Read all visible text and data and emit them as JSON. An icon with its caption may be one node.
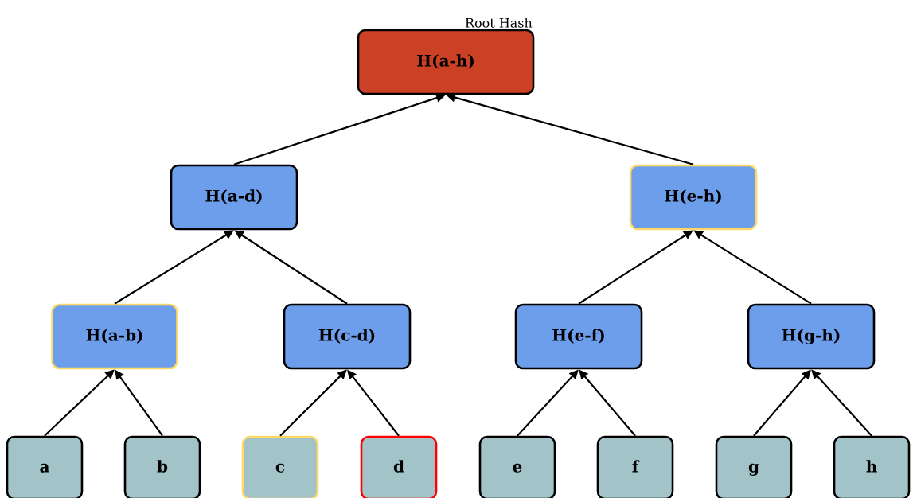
{
  "diagram": {
    "nodes": [
      {
        "text": [
          "Root Hash",
          "H(a-h)"
        ]
      },
      {
        "text": [
          "H(a-d)"
        ]
      },
      {
        "text": [
          "H(e-h)"
        ]
      },
      {
        "text": [
          "H(a-b)"
        ]
      },
      {
        "text": [
          "H(c-d)"
        ]
      },
      {
        "text": [
          "H(e-f)"
        ]
      },
      {
        "text": [
          "H(g-h)"
        ]
      },
      {
        "text": [
          "a"
        ]
      },
      {
        "text": [
          "b"
        ]
      },
      {
        "text": [
          "c"
        ]
      },
      {
        "text": [
          "d"
        ]
      },
      {
        "text": [
          "e"
        ]
      },
      {
        "text": [
          "f"
        ]
      },
      {
        "text": [
          "g"
        ]
      },
      {
        "text": [
          "h"
        ]
      }
    ],
    "edges": [
      {
        "from": 1,
        "to": 0,
        "arrow": "to"
      },
      {
        "from": 2,
        "to": 0,
        "arrow": "to"
      },
      {
        "from": 3,
        "to": 1,
        "arrow": "to"
      },
      {
        "from": 4,
        "to": 1,
        "arrow": "to"
      },
      {
        "from": 5,
        "to": 2,
        "arrow": "to"
      },
      {
        "from": 6,
        "to": 2,
        "arrow": "to"
      },
      {
        "from": 7,
        "to": 3,
        "arrow": "to"
      },
      {
        "from": 8,
        "to": 3,
        "arrow": "to"
      },
      {
        "from": 9,
        "to": 4,
        "arrow": "to"
      },
      {
        "from": 10,
        "to": 4,
        "arrow": "to"
      },
      {
        "from": 11,
        "to": 5,
        "arrow": "to"
      },
      {
        "from": 12,
        "to": 5,
        "arrow": "to"
      },
      {
        "from": 13,
        "to": 6,
        "arrow": "to"
      },
      {
        "from": 14,
        "to": 6,
        "arrow": "to"
      }
    ]
  }
}
